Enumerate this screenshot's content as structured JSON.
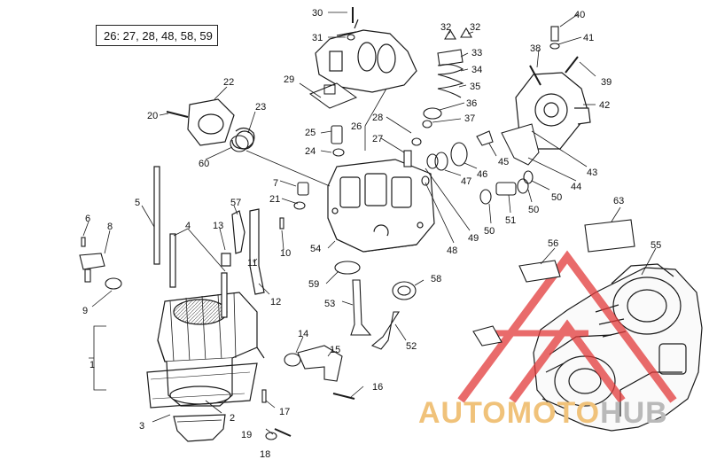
{
  "legend": {
    "text": "26:  27, 28, 48, 58, 59"
  },
  "watermark": {
    "part1": "AUTOMOTO",
    "part2": "HUB"
  },
  "colors": {
    "line": "#1a1a1a",
    "watermark_red": "#e23a3a",
    "watermark_orange": "#f0c27a",
    "watermark_gray": "#b9b9b9"
  },
  "labels": [
    "1",
    "2",
    "3",
    "4",
    "5",
    "6",
    "7",
    "8",
    "9",
    "10",
    "11",
    "12",
    "13",
    "14",
    "15",
    "16",
    "17",
    "18",
    "19",
    "20",
    "21",
    "22",
    "23",
    "24",
    "25",
    "26",
    "27",
    "28",
    "29",
    "30",
    "31",
    "32",
    "32",
    "33",
    "34",
    "35",
    "36",
    "37",
    "38",
    "39",
    "40",
    "41",
    "42",
    "43",
    "44",
    "45",
    "46",
    "47",
    "48",
    "49",
    "50",
    "50",
    "50",
    "51",
    "52",
    "53",
    "54",
    "55",
    "56",
    "57",
    "58",
    "59",
    "60",
    "63"
  ]
}
